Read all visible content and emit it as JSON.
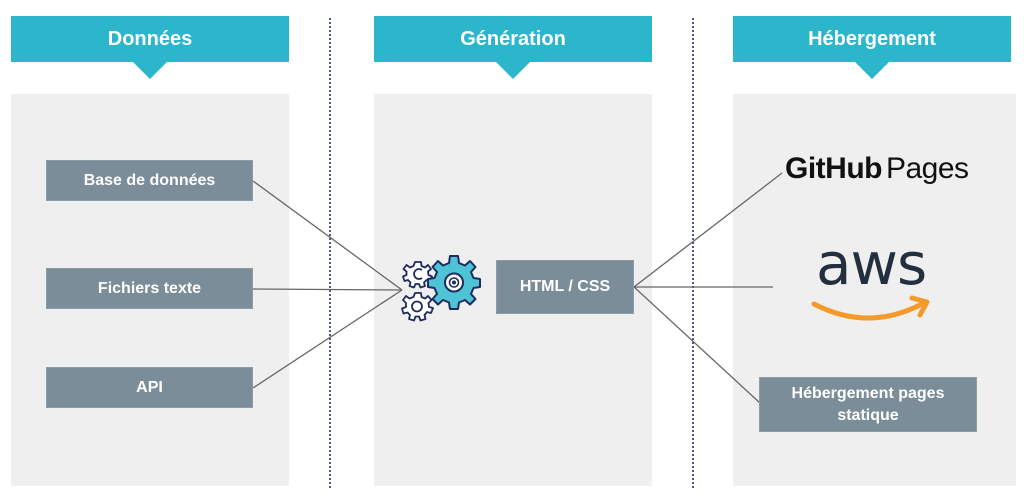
{
  "columns": [
    {
      "title": "Données"
    },
    {
      "title": "Génération"
    },
    {
      "title": "Hébergement"
    }
  ],
  "sources": [
    {
      "label": "Base de données"
    },
    {
      "label": "Fichiers texte"
    },
    {
      "label": "API"
    }
  ],
  "generation": {
    "engine_icon": "gears-icon",
    "output_label": "HTML / CSS"
  },
  "hosting": {
    "github": {
      "bold": "GitHub",
      "light": "Pages"
    },
    "aws": {
      "text": "aws",
      "smile_color": "#f39a2b",
      "text_color": "#232f3e"
    },
    "static_label_line1": "Hébergement pages",
    "static_label_line2": "statique"
  },
  "colors": {
    "header": "#2bb6cc",
    "box": "#7a8d98",
    "panel": "#efefef",
    "divider": "#4a5a8a",
    "gear_fill": "#4fc3d6",
    "gear_stroke": "#1e2b5e"
  }
}
